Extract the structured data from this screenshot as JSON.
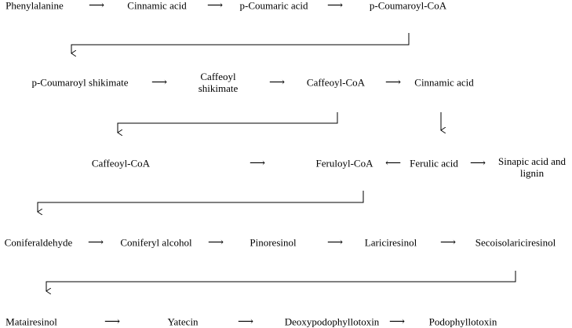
{
  "rows": [
    {
      "compounds": [
        "Phenylalanine",
        "Cinnamic acid",
        "p-Coumaric acid",
        "p-Coumaroyl-CoA"
      ],
      "arrows": [
        "⟶",
        "⟶",
        "⟶"
      ]
    },
    {
      "compounds": [
        "p-Coumaroyl shikimate",
        "Caffeoyl shikimate",
        "Caffeoyl-CoA",
        "Cinnamic acid"
      ],
      "arrows": [
        "⟶",
        "⟶",
        "⟶"
      ]
    },
    {
      "compounds": [
        "Caffeoyl-CoA",
        "Feruloyl-CoA",
        "Ferulic acid",
        "Sinapic acid and lignin"
      ],
      "arrows": [
        "⟶",
        "⟵",
        "⟶"
      ]
    },
    {
      "compounds": [
        "Coniferaldehyde",
        "Coniferyl alcohol",
        "Pinoresinol",
        "Lariciresinol",
        "Secoisolariciresinol"
      ],
      "arrows": [
        "⟶",
        "⟶",
        "⟶",
        "⟶"
      ]
    },
    {
      "compounds": [
        "Matairesinol",
        "Yatecin",
        "Deoxypodophyllotoxin",
        "Podophyllotoxin"
      ],
      "arrows": [
        "⟶",
        "⟶",
        "⟶"
      ]
    }
  ]
}
